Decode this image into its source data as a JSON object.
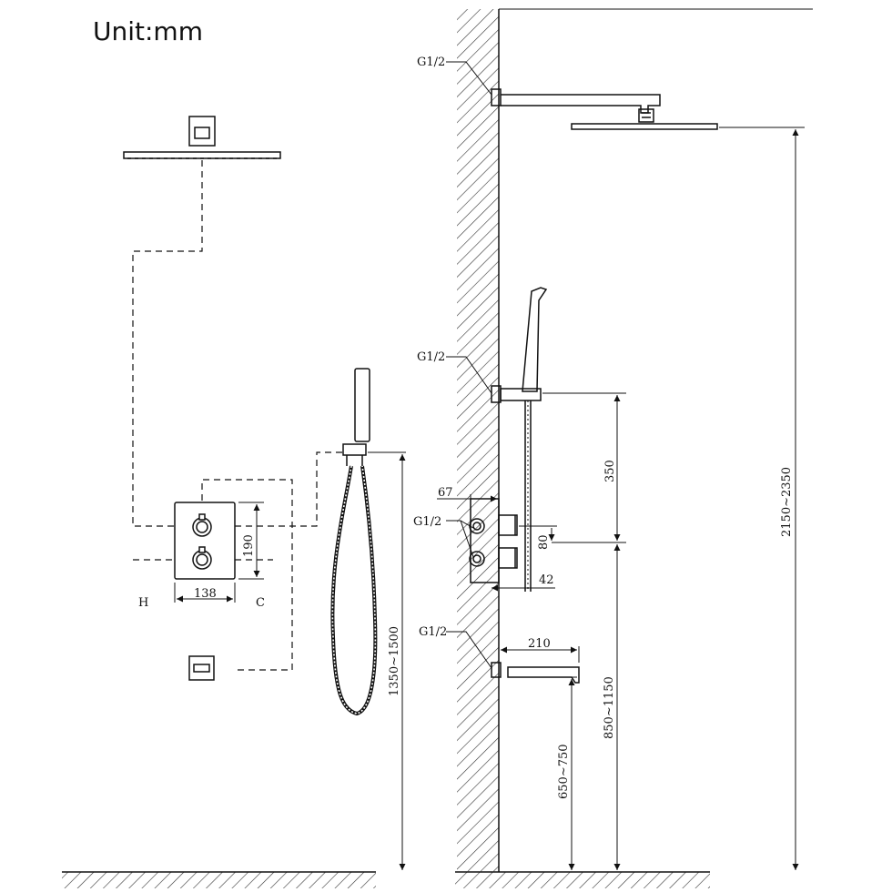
{
  "unit_label": "Unit:mm",
  "thread_labels": {
    "rain_shower": "G1/2",
    "slide_bar": "G1/2",
    "valve": "G1/2",
    "spout": "G1/2"
  },
  "front_view": {
    "valve_width": "138",
    "valve_height": "190",
    "hot_label": "H",
    "cold_label": "C",
    "hand_shower_height": "1350~1500"
  },
  "side_view": {
    "valve_depth": "67",
    "slide_bar_span": "350",
    "outlet_spacing": "80",
    "valve_front": "42",
    "spout_length": "210",
    "shower_head_height": "2150~2350",
    "slide_bar_height": "850~1150",
    "spout_height": "650~750"
  },
  "colors": {
    "line": "#111111",
    "hatch": "#333333",
    "background": "#ffffff"
  }
}
